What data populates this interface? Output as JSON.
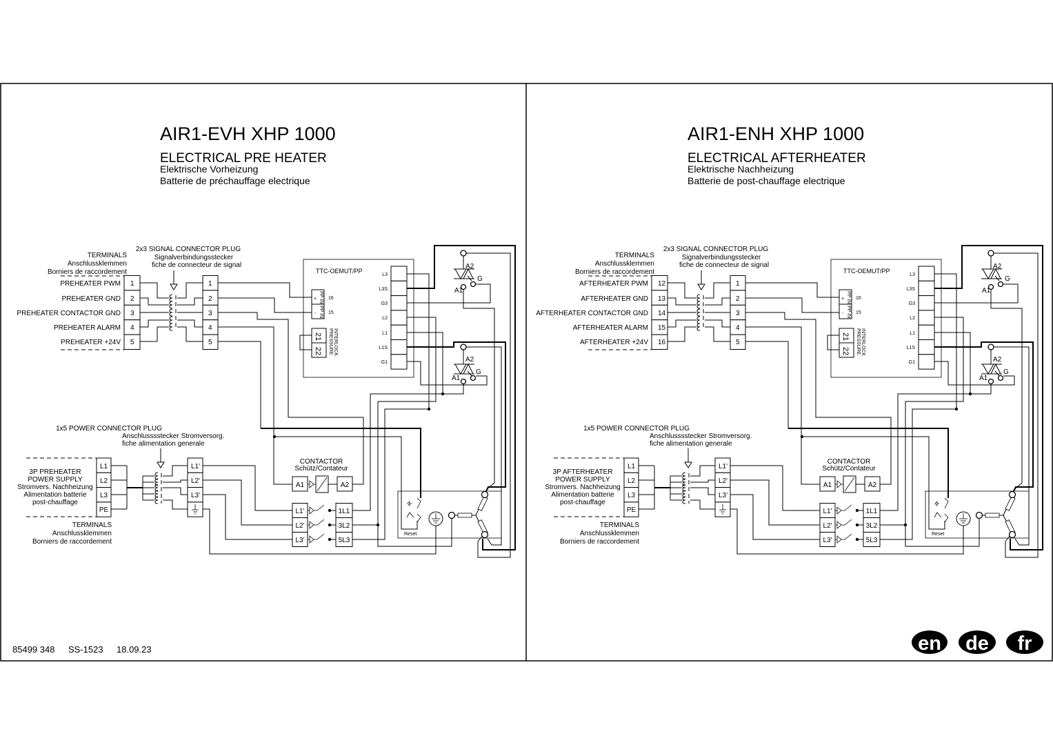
{
  "panels": [
    {
      "title": "AIR1-EVH XHP 1000",
      "subtitle_en": "ELECTRICAL PRE HEATER",
      "subtitle_de": "Elektrische Vorheizung",
      "subtitle_fr": "Batterie de préchauffage electrique",
      "terminal_rows": [
        {
          "label": "PREHEATER PWM",
          "num": "1"
        },
        {
          "label": "PREHEATER GND",
          "num": "2"
        },
        {
          "label": "PREHEATER CONTACTOR GND",
          "num": "3"
        },
        {
          "label": "PREHEATER ALARM",
          "num": "4"
        },
        {
          "label": "PREHEATER +24V",
          "num": "5"
        }
      ],
      "power_supply": [
        "3P PREHEATER",
        "POWER SUPPLY",
        "Stromvers. Nachheizung",
        "Alimentation batterie",
        "post-chauffage"
      ]
    },
    {
      "title": "AIR1-ENH XHP 1000",
      "subtitle_en": "ELECTRICAL AFTERHEATER",
      "subtitle_de": "Elektrische Nachheizung",
      "subtitle_fr": "Batterie de post-chauffage electrique",
      "terminal_rows": [
        {
          "label": "AFTERHEATER PWM",
          "num": "12"
        },
        {
          "label": "AFTERHEATER GND",
          "num": "13"
        },
        {
          "label": "AFTERHEATER CONTACTOR GND",
          "num": "14"
        },
        {
          "label": "AFTERHEATER ALARM",
          "num": "15"
        },
        {
          "label": "AFTERHEATER +24V",
          "num": "16"
        }
      ],
      "power_supply": [
        "3P AFTERHEATER",
        "POWER SUPPLY",
        "Stromvers. Nachheizung",
        "Alimentation batterie",
        "post-chauffage"
      ]
    }
  ],
  "common": {
    "terminals_label": [
      "TERMINALS",
      "Anschlussklemmen",
      "Borniers de raccordement"
    ],
    "signal_plug": [
      "2x3 SIGNAL CONNECTOR PLUG",
      "Signalverbindungsstecker",
      "fiche de connecteur de signal"
    ],
    "plug_pins": [
      "1",
      "2",
      "3",
      "4",
      "5"
    ],
    "ttc_title": "TTC-OEMUT/PP",
    "ttc_terminals": [
      "L3",
      "L3S",
      "G3",
      "L2",
      "L1",
      "L1S",
      "G1"
    ],
    "pp_in": {
      "label": "PP IN",
      "plus": "+",
      "minus": "-",
      "pin_plus": "16",
      "pin_minus": "15"
    },
    "interlock": {
      "pins": [
        "21",
        "22"
      ],
      "line1": "PRESSURE",
      "line2": "INTERLOCK"
    },
    "triac": {
      "a2": "A2",
      "a1": "A1",
      "g": "G"
    },
    "power_plug": [
      "1x5 POWER CONNECTOR PLUG",
      "Anschlusssstecker Stromversorg.",
      "fiche alimentation generale"
    ],
    "power_terminals": [
      "L1",
      "L2",
      "L3",
      "PE"
    ],
    "power_plug_pins": [
      "L1'",
      "L2'",
      "L3'"
    ],
    "contactor": {
      "title": "CONTACTOR",
      "subtitle": "Schütz/Contateur",
      "a1": "A1",
      "a2": "A2",
      "inputs": [
        "L1'",
        "L2'",
        "L3'"
      ],
      "outputs": [
        "1L1",
        "3L2",
        "5L3"
      ]
    },
    "reset": "Reset"
  },
  "footer": {
    "doc_number": "85499 348",
    "code": "SS-1523",
    "date": "18.09.23",
    "languages": [
      "en",
      "de",
      "fr"
    ]
  }
}
